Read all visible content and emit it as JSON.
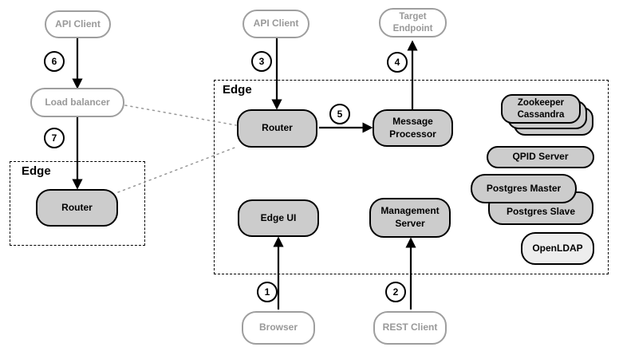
{
  "colors": {
    "background": "#ffffff",
    "node_fill": "#cccccc",
    "node_border": "#000000",
    "external_border": "#9e9e9e",
    "external_text": "#999999",
    "openldap_fill": "#ededed",
    "dotted_link": "#999999"
  },
  "groups": {
    "edge_left": {
      "label": "Edge"
    },
    "edge_main": {
      "label": "Edge"
    }
  },
  "nodes": {
    "api_client_left": {
      "label": "API Client"
    },
    "load_balancer": {
      "label": "Load balancer"
    },
    "router_left": {
      "label": "Router"
    },
    "api_client_mid": {
      "label": "API Client"
    },
    "target_endpoint": {
      "label": "Target Endpoint"
    },
    "router_main": {
      "label": "Router"
    },
    "message_processor": {
      "label": "Message Processor"
    },
    "edge_ui": {
      "label": "Edge UI"
    },
    "management_server": {
      "label": "Management Server"
    },
    "browser": {
      "label": "Browser"
    },
    "rest_client": {
      "label": "REST Client"
    },
    "zookeeper": {
      "label": "Zookeeper"
    },
    "cassandra": {
      "label": "Cassandra"
    },
    "qpid_server": {
      "label": "QPID Server"
    },
    "postgres_master": {
      "label": "Postgres Master"
    },
    "postgres_slave": {
      "label": "Postgres Slave"
    },
    "openldap": {
      "label": "OpenLDAP"
    }
  },
  "steps": {
    "s1": "1",
    "s2": "2",
    "s3": "3",
    "s4": "4",
    "s5": "5",
    "s6": "6",
    "s7": "7"
  }
}
